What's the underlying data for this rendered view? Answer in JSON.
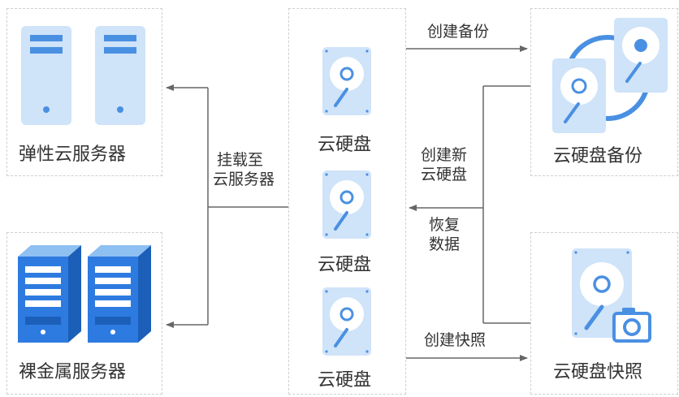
{
  "nodes": {
    "ecs": "弹性云服务器",
    "bms": "裸金属服务器",
    "disk_1": "云硬盘",
    "disk_2": "云硬盘",
    "disk_3": "云硬盘",
    "backup": "云硬盘备份",
    "snapshot": "云硬盘快照"
  },
  "edges": {
    "attach_line1": "挂载至",
    "attach_line2": "云服务器",
    "create_backup": "创建备份",
    "new_disk_line1": "创建新",
    "new_disk_line2": "云硬盘",
    "restore_line1": "恢复",
    "restore_line2": "数据",
    "create_snapshot": "创建快照"
  },
  "colors": {
    "accent": "#4a90e2",
    "light_blue": "#cfe3f9",
    "arrow": "#666666",
    "border": "#cfcfcf"
  },
  "icons": {
    "ecs": "server-tower-icon",
    "bms": "rack-server-icon",
    "disk": "hard-disk-icon",
    "backup": "disk-backup-icon",
    "snapshot": "disk-snapshot-icon"
  }
}
